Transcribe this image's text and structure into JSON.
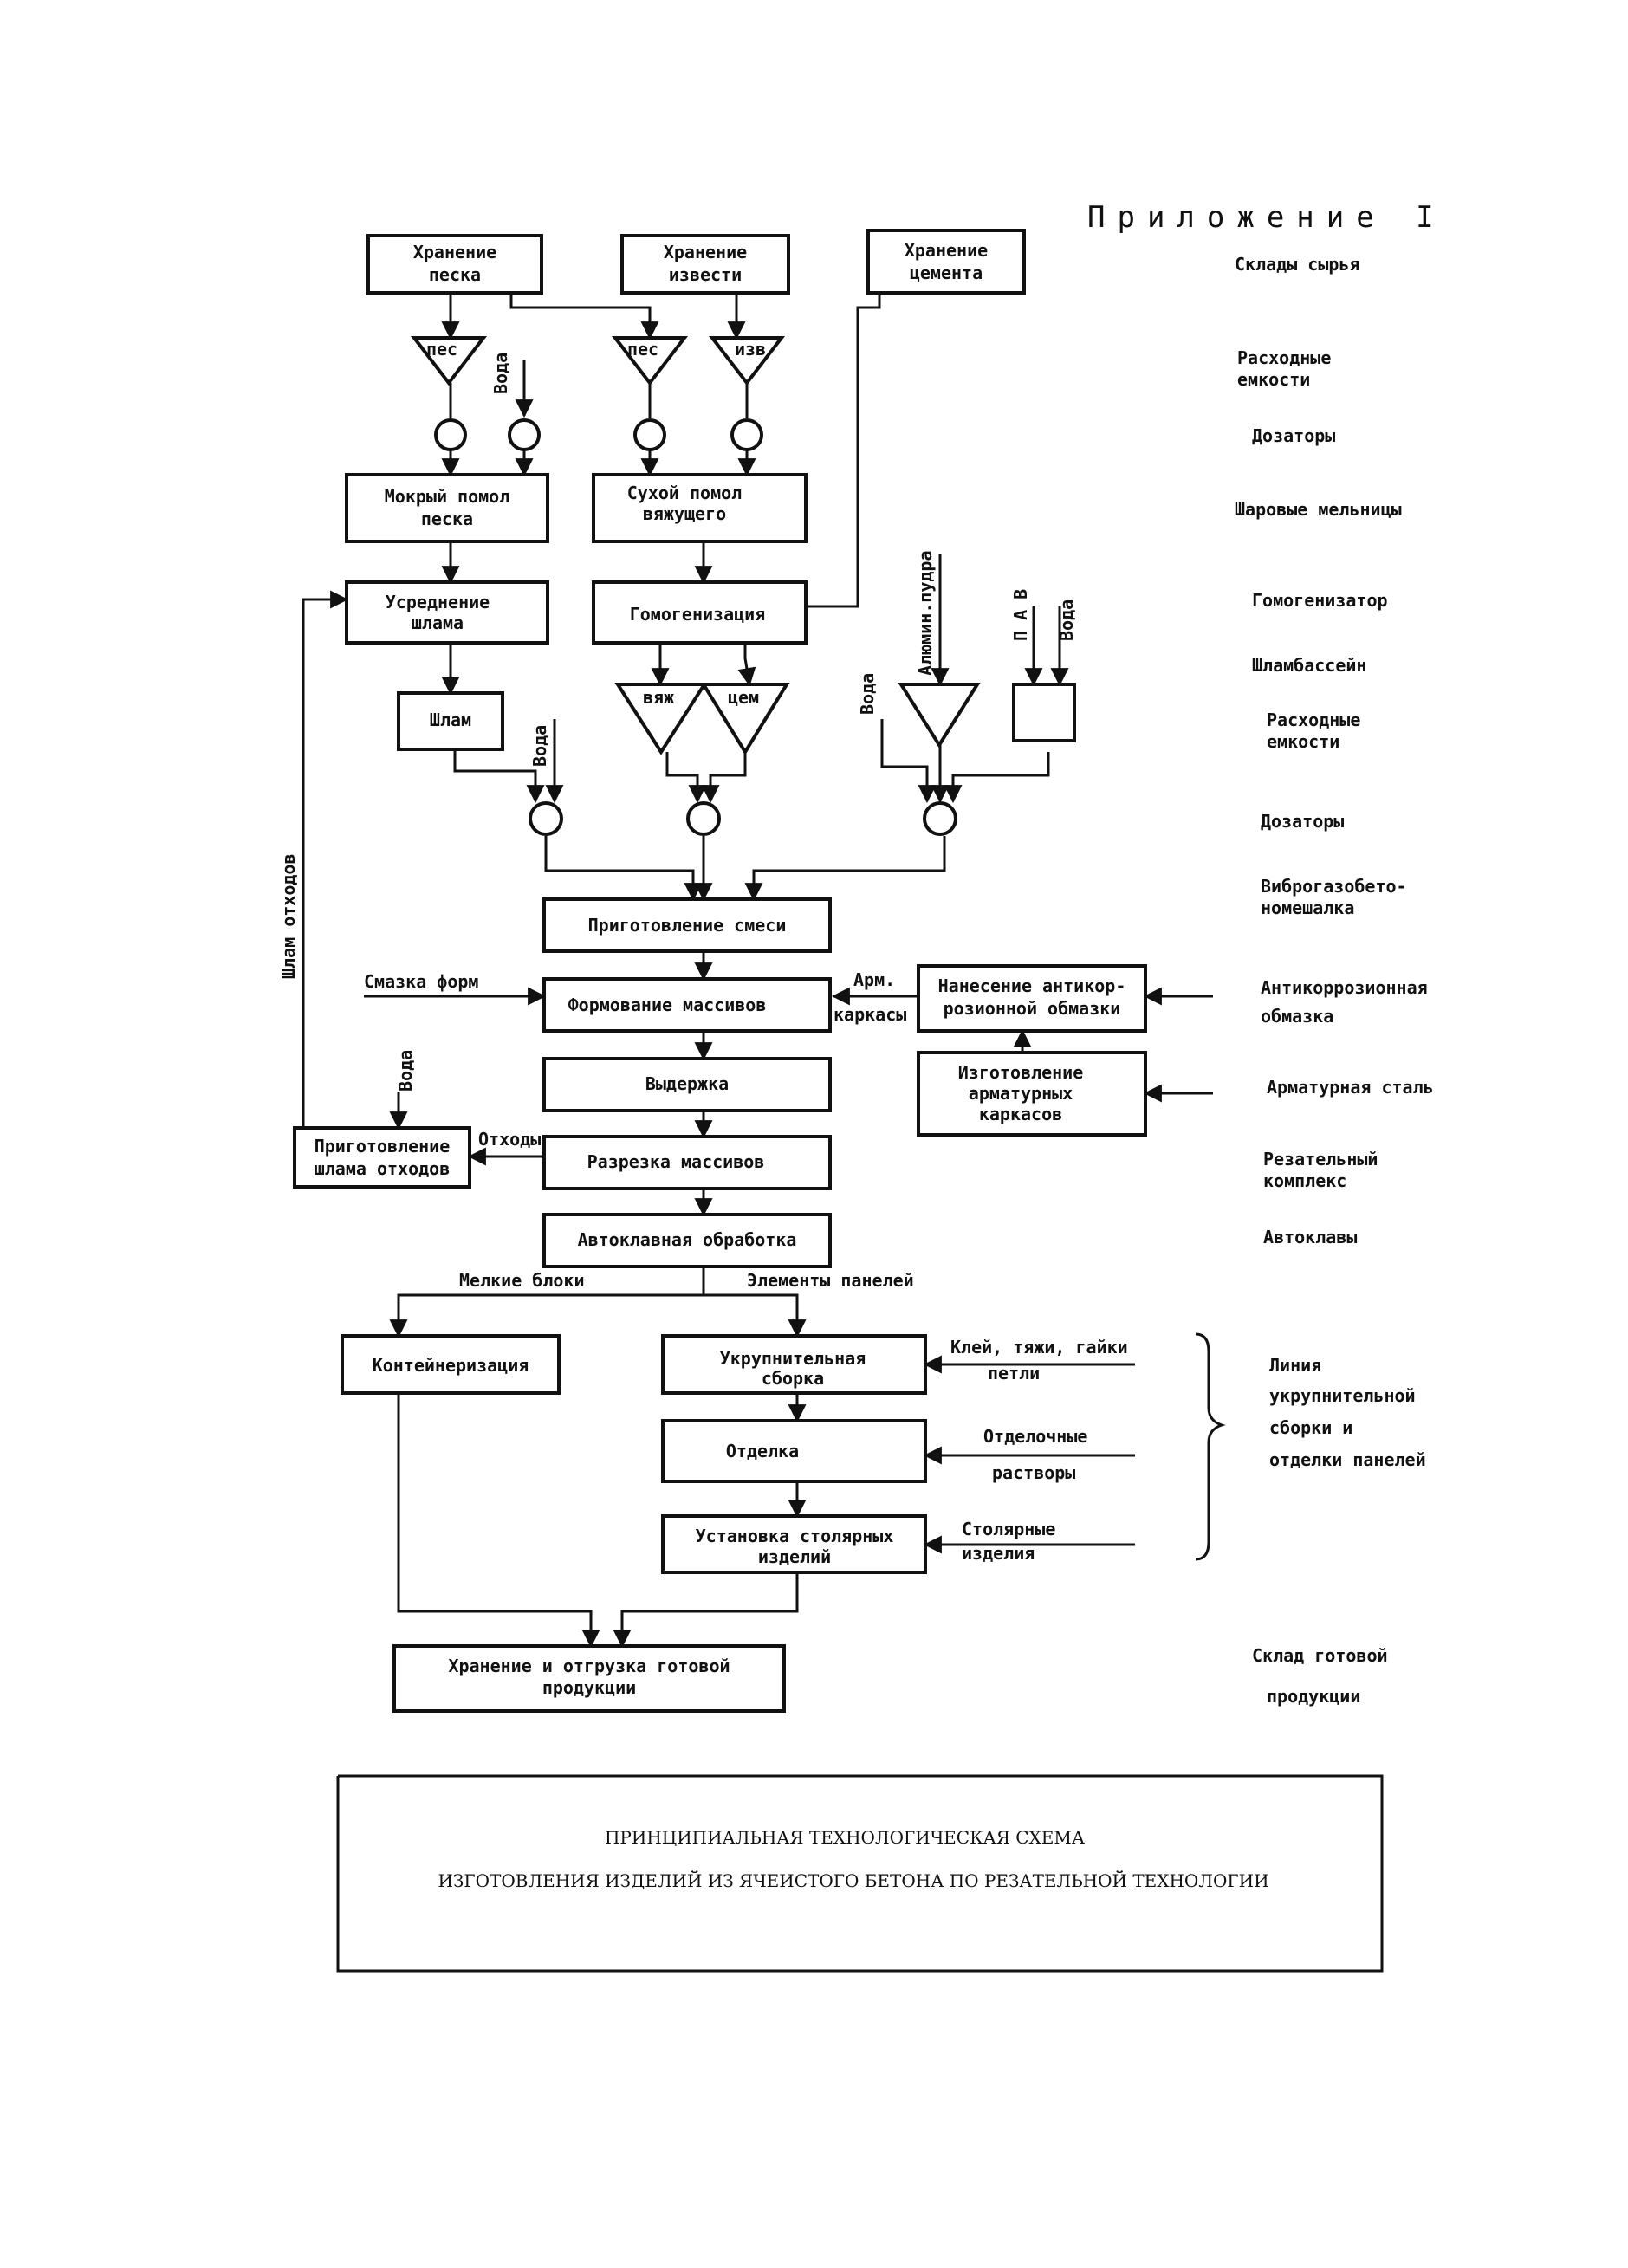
{
  "header": "Приложение I",
  "caption": {
    "line1": "ПРИНЦИПИАЛЬНАЯ ТЕХНОЛОГИЧЕСКАЯ СХЕМА",
    "line2": "ИЗГОТОВЛЕНИЯ ИЗДЕЛИЙ ИЗ ЯЧЕИСТОГО БЕТОНА ПО РЕЗАТЕЛЬНОЙ ТЕХНОЛОГИИ"
  },
  "boxes": {
    "sand_storage": [
      "Хранение",
      "песка"
    ],
    "lime_storage": [
      "Хранение",
      "извести"
    ],
    "cement_storage": [
      "Хранение",
      "цемента"
    ],
    "wet_grinding": [
      "Мокрый помол",
      "песка"
    ],
    "dry_grinding": [
      "Сухой помол",
      "вяжущего"
    ],
    "slurry_averaging": [
      "Усреднение",
      "шлама"
    ],
    "homogenization": [
      "Гомогенизация"
    ],
    "slurry": [
      "Шлам"
    ],
    "mix_prep": [
      "Приготовление смеси"
    ],
    "forming": [
      "Формование массивов"
    ],
    "anticorrosion": [
      "Нанесение антикор-",
      "розионной обмазки"
    ],
    "curing": [
      "Выдержка"
    ],
    "rebar_cages": [
      "Изготовление",
      "арматурных",
      "каркасов"
    ],
    "waste_slurry_prep": [
      "Приготовление",
      "шлама отходов"
    ],
    "cutting": [
      "Разрезка массивов"
    ],
    "autoclave": [
      "Автоклавная обработка"
    ],
    "containerization": [
      "Контейнеризация"
    ],
    "assembly": [
      "Укрупнительная",
      "сборка"
    ],
    "finishing": [
      "Отделка"
    ],
    "joinery_install": [
      "Установка столярных",
      "изделий"
    ],
    "storage_shipping": [
      "Хранение и отгрузка готовой",
      "продукции"
    ]
  },
  "hoppers": {
    "sand_hopper": "пес",
    "lime_sand_hopper": "пес",
    "lime_hopper": "изв",
    "binder_hopper": "вяж",
    "cement_hopper": "цем"
  },
  "labels": {
    "water": "Вода",
    "aluminum_powder": "Алюмин.пудра",
    "saa": "П А В",
    "waste_slurry": "Шлам отходов",
    "mold_lubricant": "Смазка форм",
    "rebar_cages_1": "Арм.",
    "rebar_cages_2": "каркасы",
    "waste": "Отходы",
    "small_blocks": "Мелкие блоки",
    "panel_elements": "Элементы панелей",
    "glue_1": "Клей, тяжи, гайки",
    "glue_2": "петли",
    "finishing_solutions_1": "Отделочные",
    "finishing_solutions_2": "растворы",
    "joinery_1": "Столярные",
    "joinery_2": "изделия"
  },
  "side_labels": {
    "raw_storage": [
      "Склады сырья"
    ],
    "consumable_tanks_1": [
      "Расходные",
      "емкости"
    ],
    "dosers_1": [
      "Дозаторы"
    ],
    "ball_mills": [
      "Шаровые мельницы"
    ],
    "homogenizer": [
      "Гомогенизатор"
    ],
    "slurry_basins": [
      "Шламбассейн"
    ],
    "consumable_tanks_2": [
      "Расходные",
      "емкости"
    ],
    "dosers_2": [
      "Дозаторы"
    ],
    "vibro_mixer": [
      "Виброгазобето-",
      "номешалка"
    ],
    "anticorrosion_coating": [
      "Антикоррозионная",
      "обмазка"
    ],
    "rebar_steel": [
      "Арматурная сталь"
    ],
    "cutting_complex": [
      "Резательный",
      "комплекс"
    ],
    "autoclaves": [
      "Автоклавы"
    ],
    "assembly_line": [
      "Линия",
      "укрупнительной",
      "сборки   и",
      "отделки   панелей"
    ],
    "finished_storage": [
      "Склад готовой",
      "продукции"
    ]
  }
}
